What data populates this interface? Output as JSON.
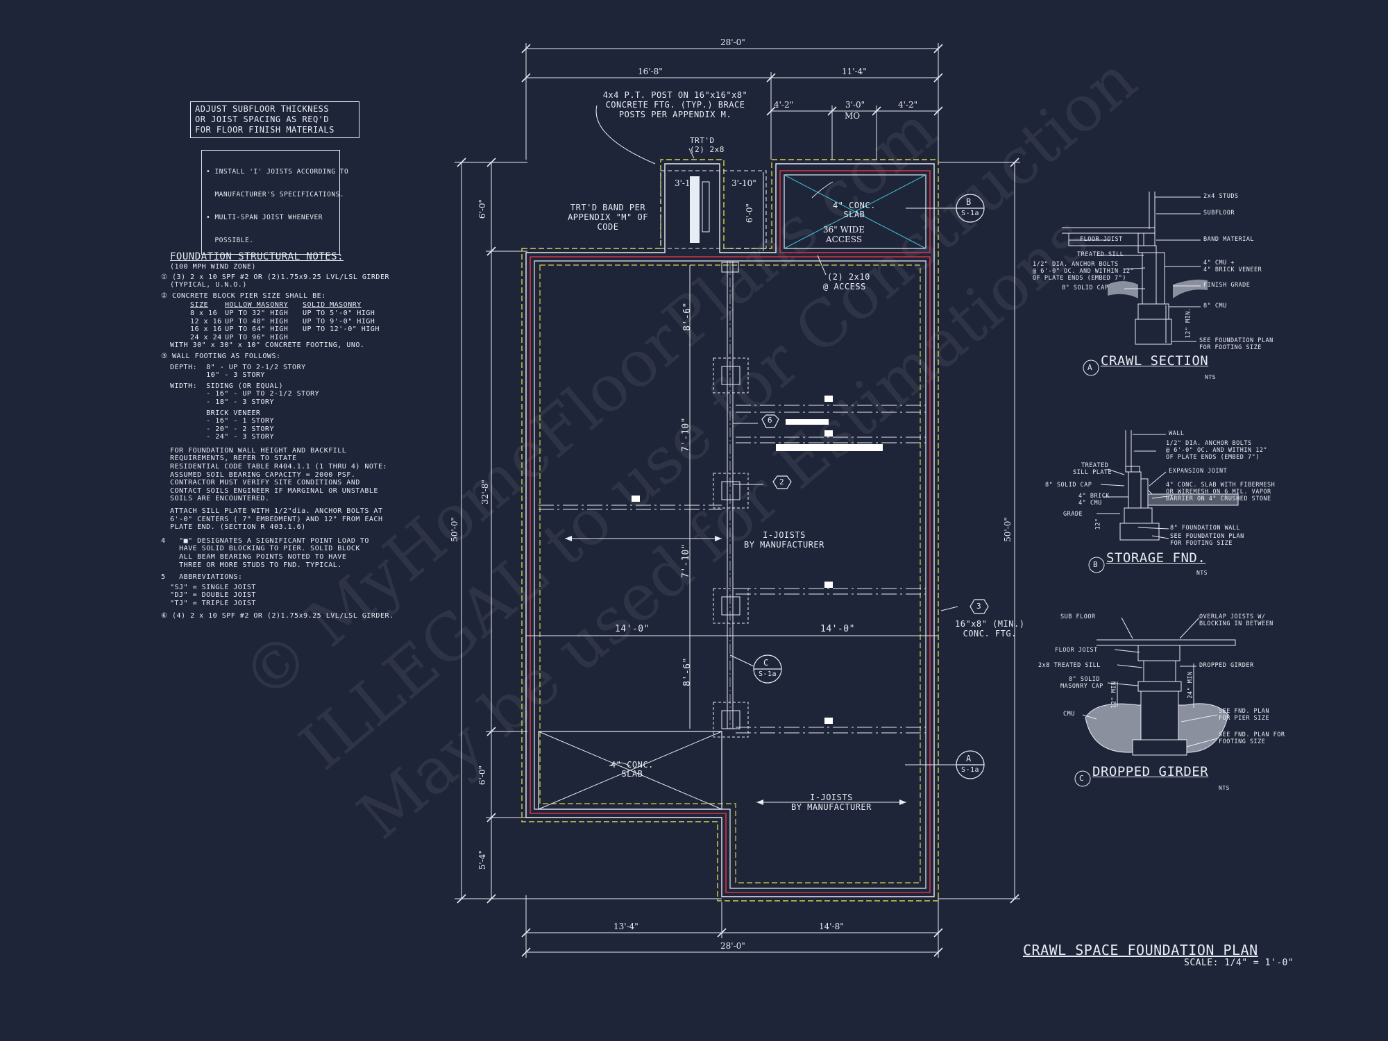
{
  "watermark": {
    "line1": "© MyHomeFloorPlans.com",
    "line2": "ILLEGAL to use for Construction",
    "line3": "May be used for Estimations"
  },
  "top_left_notes": {
    "box1": [
      "ADJUST SUBFLOOR THICKNESS",
      "OR JOIST SPACING AS REQ'D",
      "FOR FLOOR FINISH MATERIALS"
    ],
    "box2": [
      "• INSTALL 'I' JOISTS ACCORDING TO",
      "  MANUFACTURER'S SPECIFICATIONS.",
      "• MULTI-SPAN JOIST WHENEVER",
      "  POSSIBLE."
    ]
  },
  "structural_notes": {
    "title": "FOUNDATION STRUCTURAL NOTES:",
    "subtitle": "(100 MPH WIND ZONE)",
    "n1": "(3) 2 x 10 SPF #2 OR (2)1.75x9.25 LVL/LSL GIRDER",
    "n1b": "(TYPICAL, U.N.O.)",
    "n2": "CONCRETE BLOCK PIER SIZE SHALL BE:",
    "pier_headers": [
      "SIZE",
      "HOLLOW MASONRY",
      "SOLID MASONRY"
    ],
    "pier_rows": [
      [
        "8 x 16",
        "UP TO 32\" HIGH",
        "UP TO 5'-0\" HIGH"
      ],
      [
        "12 x 16",
        "UP TO 48\" HIGH",
        "UP TO 9'-0\" HIGH"
      ],
      [
        "16 x 16",
        "UP TO 64\" HIGH",
        "UP TO 12'-0\" HIGH"
      ],
      [
        "24 x 24",
        "UP TO 96\" HIGH",
        ""
      ]
    ],
    "n2b": "WITH 30\" x 30\" x 10\" CONCRETE FOOTING, UNO.",
    "n3": "WALL FOOTING AS FOLLOWS:",
    "depth": [
      "DEPTH:  8\" - UP TO 2-1/2 STORY",
      "        10\" - 3 STORY"
    ],
    "width": [
      "WIDTH:  SIDING (OR EQUAL)",
      "        - 16\" - UP TO 2-1/2 STORY",
      "        - 18\" - 3 STORY"
    ],
    "brick": [
      "        BRICK VENEER",
      "        - 16\" - 1 STORY",
      "        - 20\" - 2 STORY",
      "        - 24\" - 3 STORY"
    ],
    "para1": [
      "FOR FOUNDATION WALL HEIGHT AND BACKFILL",
      "REQUIREMENTS, REFER TO STATE",
      "RESIDENTIAL CODE TABLE R404.1.1 (1 THRU 4) NOTE:",
      "ASSUMED SOIL BEARING CAPACITY = 2000 PSF.",
      "CONTRACTOR MUST VERIFY SITE CONDITIONS AND",
      "CONTACT SOILS ENGINEER IF MARGINAL OR UNSTABLE",
      "SOILS ARE ENCOUNTERED."
    ],
    "para2": [
      "ATTACH SILL PLATE WITH 1/2\"dia. ANCHOR BOLTS AT",
      "6'-0\" CENTERS ( 7\" EMBEDMENT) AND 12\" FROM EACH",
      "PLATE END. (SECTION R 403.1.6)"
    ],
    "n4": [
      "4   \"■\" DESIGNATES A SIGNIFICANT POINT LOAD TO",
      "    HAVE SOLID BLOCKING TO PIER. SOLID BLOCK",
      "    ALL BEAM BEARING POINTS NOTED TO HAVE",
      "    THREE OR MORE STUDS TO FND. TYPICAL."
    ],
    "n5": "5   ABBREVIATIONS:",
    "abbr": [
      "\"SJ\" = SINGLE JOIST",
      "\"DJ\" = DOUBLE JOIST",
      "\"TJ\" = TRIPLE JOIST"
    ],
    "n6": "(4) 2 x 10 SPF #2 OR (2)1.75x9.25 LVL/LSL GIRDER."
  },
  "plan": {
    "dims": {
      "top_total": "28'-0\"",
      "top_left": "16'-8\"",
      "top_right": "11'-4\"",
      "porch_a": "4'-2\"",
      "porch_mo": "3'-0\"",
      "mo": "MO",
      "porch_b": "4'-2\"",
      "stoop_a": "3'-1\"",
      "stoop_b": "3'-10\"",
      "stoop_h": "6'-0\"",
      "left_6": "6'-0\"",
      "left_32": "32'-8\"",
      "left_6b": "6'-0\"",
      "left_54": "5'-4\"",
      "left_total": "50'-0\"",
      "right_total": "50'-0\"",
      "inner_86a": "8'-6\"",
      "inner_710a": "7'-10\"",
      "inner_710b": "7'-10\"",
      "inner_86b": "8'-6\"",
      "span_l": "14'-0\"",
      "span_r": "14'-0\"",
      "bot_l": "13'-4\"",
      "bot_r": "14'-8\"",
      "bot_total": "28'-0\""
    },
    "callouts": {
      "post": [
        "4x4 P.T. POST ON 16\"x16\"x8\"",
        "CONCRETE FTG. (TYP.) BRACE",
        "POSTS PER APPENDIX M."
      ],
      "trtd": [
        "TRT'D",
        "(2) 2x8"
      ],
      "band": [
        "TRT'D BAND PER",
        "APPENDIX \"M\" OF",
        "CODE"
      ],
      "slab_top": [
        "4\" CONC.",
        "SLAB"
      ],
      "access": [
        "36\" WIDE",
        "ACCESS"
      ],
      "access2": [
        "(2) 2x10",
        "@ ACCESS"
      ],
      "joists1": [
        "I-JOISTS",
        "BY MANUFACTURER"
      ],
      "joists2": [
        "I-JOISTS",
        "BY MANUFACTURER"
      ],
      "slab_bot": [
        "4\" CONC.",
        "SLAB"
      ],
      "ftg": [
        "16\"x8\" (MIN.)",
        "CONC. FTG."
      ]
    },
    "tags": {
      "b": [
        "B",
        "S-1a"
      ],
      "a": [
        "A",
        "S-1a"
      ],
      "c": [
        "C",
        "S-1a"
      ],
      "n6": "6",
      "n2": "2",
      "n3": "3"
    },
    "title": "CRAWL SPACE FOUNDATION PLAN",
    "scale": "SCALE: 1/4\" = 1'-0\""
  },
  "details": {
    "a": {
      "title": "CRAWL SECTION",
      "letter": "A",
      "nts": "NTS",
      "labels": [
        "2x4 STUDS",
        "SUBFLOOR",
        "FLOOR JOIST",
        "BAND MATERIAL",
        "TREATED SILL",
        "1/2\" DIA. ANCHOR BOLTS",
        "@ 6'-0\" OC. AND WITHIN 12\"",
        "OF PLATE ENDS (EMBED 7\")",
        "4\" CMU +",
        "4\" BRICK VENEER",
        "8\" SOLID CAP",
        "FINISH GRADE",
        "8\" CMU",
        "12\" MIN.",
        "SEE FOUNDATION PLAN",
        "FOR FOOTING SIZE"
      ]
    },
    "b": {
      "title": "STORAGE FND.",
      "letter": "B",
      "nts": "NTS",
      "labels": [
        "WALL",
        "1/2\" DIA. ANCHOR BOLTS",
        "@ 6'-0\" OC. AND WITHIN 12\"",
        "OF PLATE ENDS (EMBED 7\")",
        "TREATED",
        "SILL PLATE",
        "EXPANSION JOINT",
        "8\" SOLID CAP",
        "4\" CONC. SLAB WITH FIBERMESH",
        "OR WIREMESH ON 6 MIL. VAPOR",
        "BARRIER ON 4\" CRUSHED STONE",
        "4\" BRICK",
        "4\" CMU",
        "GRADE",
        "12\"",
        "8\" FOUNDATION WALL",
        "SEE FOUNDATION PLAN",
        "FOR FOOTING SIZE"
      ]
    },
    "c": {
      "title": "DROPPED GIRDER",
      "letter": "C",
      "nts": "NTS",
      "labels": [
        "SUB FLOOR",
        "OVERLAP JOISTS W/",
        "BLOCKING IN BETWEEN",
        "FLOOR JOIST",
        "2x8 TREATED SILL",
        "DROPPED GIRDER",
        "8\" SOLID",
        "MASONRY CAP",
        "CMU",
        "12\" MIN",
        "24\" MIN",
        "SEE FND. PLAN",
        "FOR PIER SIZE",
        "SEE FND. PLAN FOR",
        "FOOTING SIZE"
      ]
    }
  }
}
